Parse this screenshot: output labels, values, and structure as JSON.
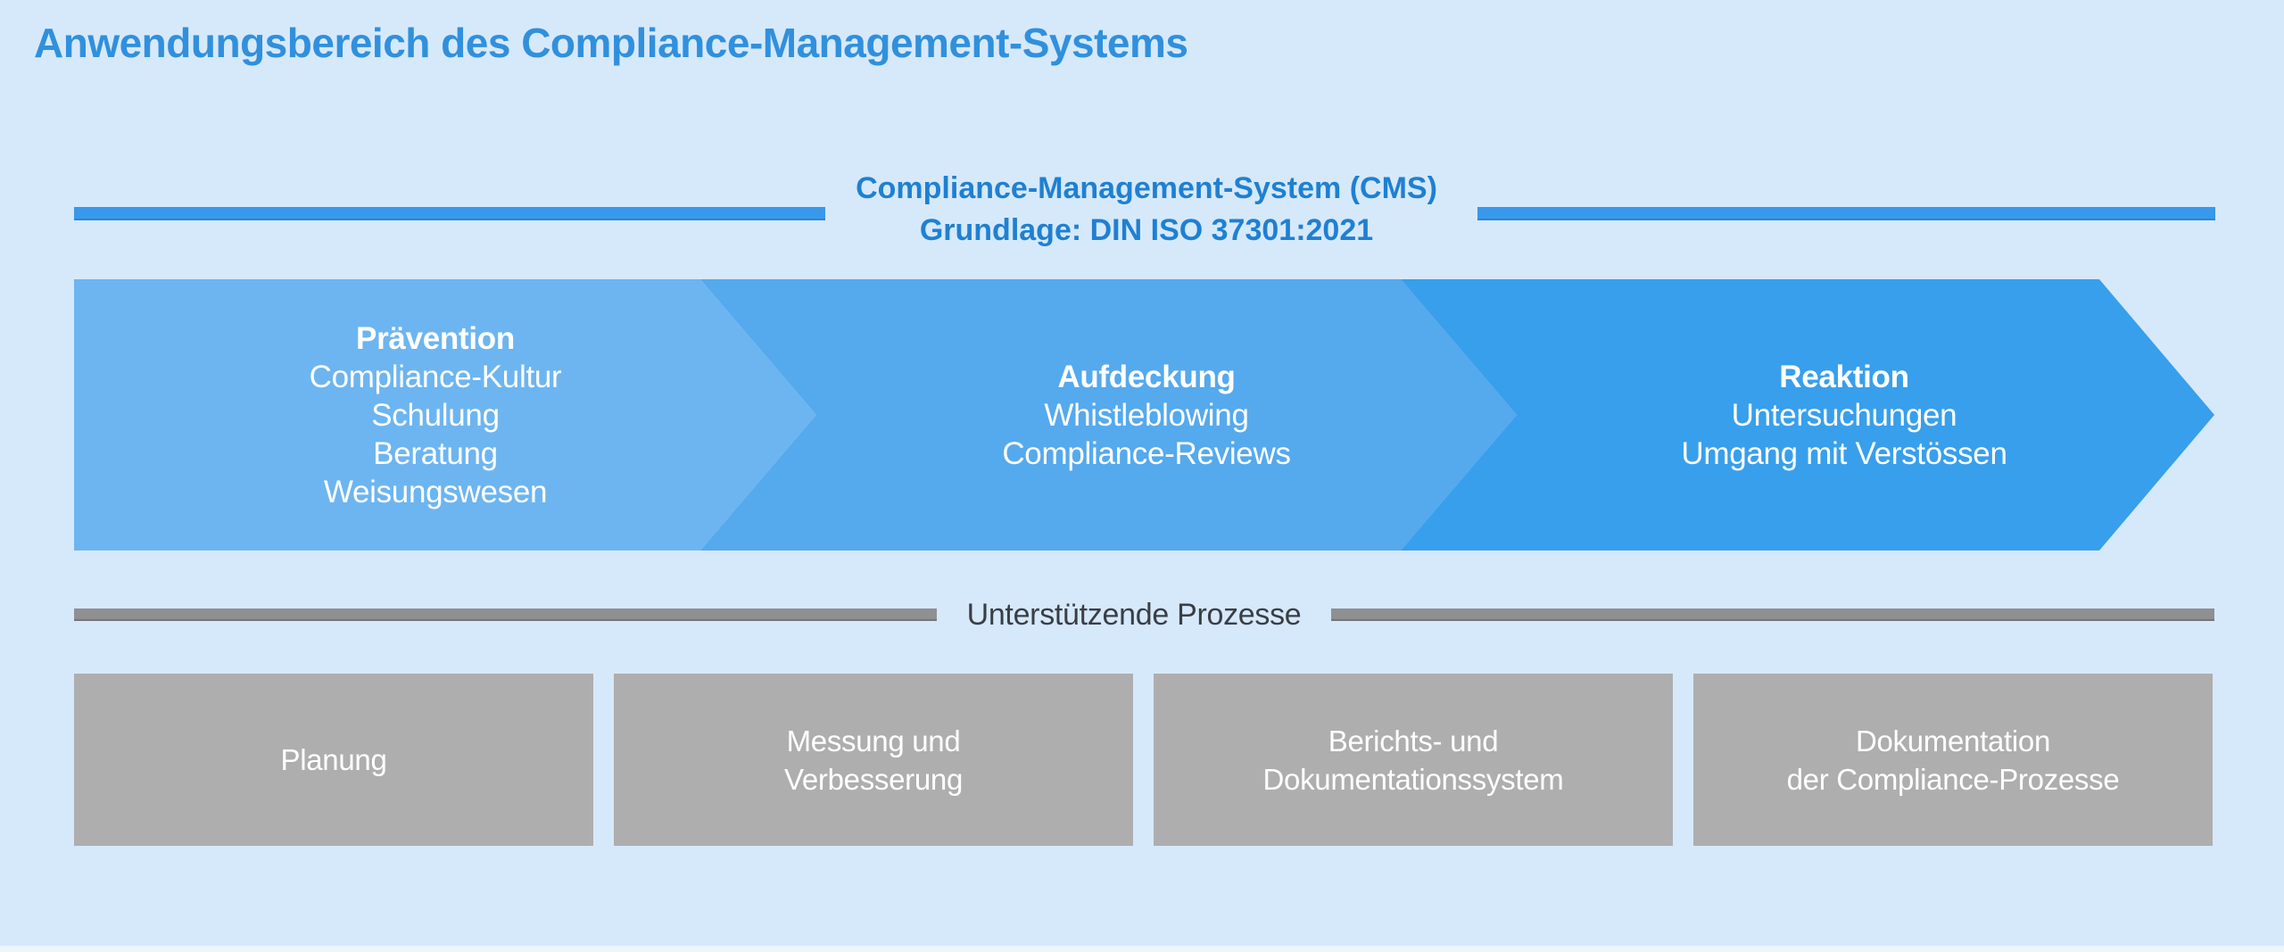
{
  "title": "Anwendungsbereich des Compliance-Management-Systems",
  "cms_header": {
    "line1": "Compliance-Management-System (CMS)",
    "line2": "Grundlage: DIN ISO 37301:2021"
  },
  "phases": [
    {
      "title": "Prävention",
      "items": [
        "Compliance-Kultur",
        "Schulung",
        "Beratung",
        "Weisungswesen"
      ],
      "color": "#6db5f0"
    },
    {
      "title": "Aufdeckung",
      "items": [
        "Whistleblowing",
        "Compliance-Reviews"
      ],
      "color": "#55a9ed"
    },
    {
      "title": "Reaktion",
      "items": [
        "Untersuchungen",
        "Umgang mit Verstössen"
      ],
      "color": "#389fec"
    }
  ],
  "supporting": {
    "label": "Unterstützende Prozesse",
    "boxes": [
      [
        "Planung"
      ],
      [
        "Messung und",
        "Verbesserung"
      ],
      [
        "Berichts- und",
        "Dokumentationssystem"
      ],
      [
        "Dokumentation",
        "der Compliance-Prozesse"
      ]
    ]
  },
  "colors": {
    "background": "#d6e9fb",
    "title_text": "#3090dd",
    "header_text": "#1f80d2",
    "header_bar": "#3898ec",
    "phase_text": "#ffffff",
    "support_bar": "#8f9092",
    "support_text": "#3a3e45",
    "box_fill": "#aeaeae",
    "box_text": "#ffffff"
  }
}
